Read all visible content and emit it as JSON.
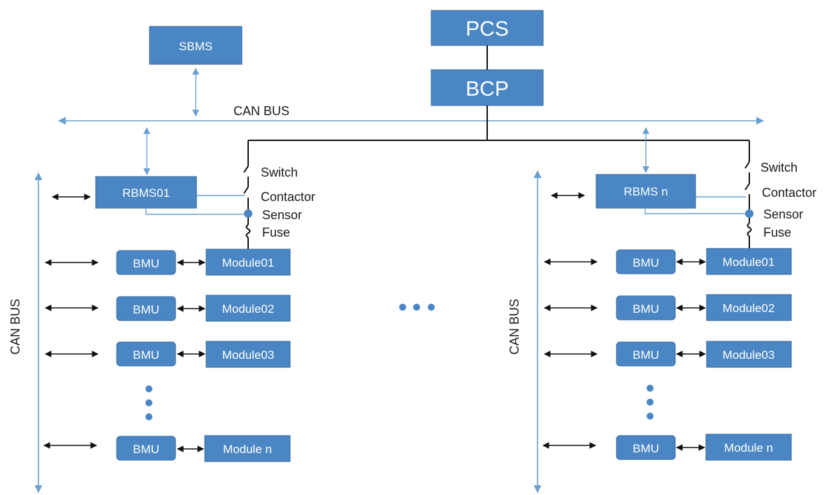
{
  "colors": {
    "box_fill": "#4a86c3",
    "bus_line": "#6a9fd0",
    "power_line": "#111111"
  },
  "top": {
    "pcs": "PCS",
    "bcp": "BCP",
    "sbms": "SBMS",
    "main_bus_label": "CAN BUS"
  },
  "racks": [
    {
      "rbms": "RBMS01",
      "bus_label": "CAN BUS",
      "labels": {
        "switch": "Switch",
        "contactor": "Contactor",
        "sensor": "Sensor",
        "fuse": "Fuse"
      },
      "rows": [
        {
          "bmu": "BMU",
          "module": "Module01"
        },
        {
          "bmu": "BMU",
          "module": "Module02"
        },
        {
          "bmu": "BMU",
          "module": "Module03"
        },
        {
          "bmu": "BMU",
          "module": "Module n"
        }
      ]
    },
    {
      "rbms": "RBMS n",
      "bus_label": "CAN BUS",
      "labels": {
        "switch": "Switch",
        "contactor": "Contactor",
        "sensor": "Sensor",
        "fuse": "Fuse"
      },
      "rows": [
        {
          "bmu": "BMU",
          "module": "Module01"
        },
        {
          "bmu": "BMU",
          "module": "Module02"
        },
        {
          "bmu": "BMU",
          "module": "Module03"
        },
        {
          "bmu": "BMU",
          "module": "Module n"
        }
      ]
    }
  ]
}
